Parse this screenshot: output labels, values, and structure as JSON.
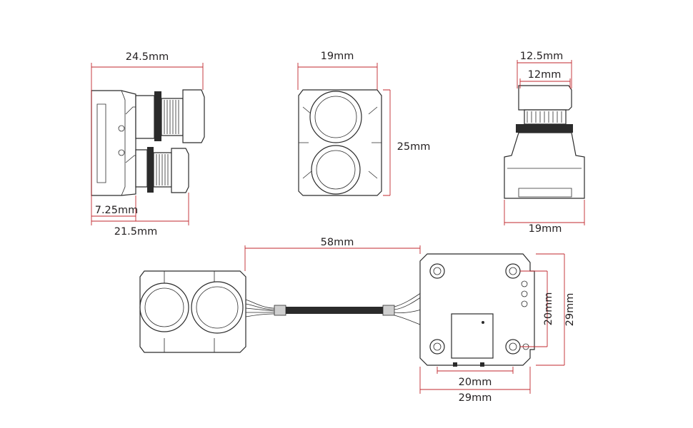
{
  "colors": {
    "dimension_line": "#c1272d",
    "outline": "#2b2b2b",
    "background": "#ffffff",
    "text": "#231f20"
  },
  "views": {
    "side": {
      "top_width": "24.5mm",
      "lens_offset": "7.25mm",
      "bottom_width": "21.5mm"
    },
    "front": {
      "width": "19mm",
      "height": "25mm"
    },
    "top": {
      "outer_lens": "12.5mm",
      "inner_lens": "12mm",
      "base_width": "19mm"
    },
    "assembly": {
      "cable_length": "58mm",
      "hole_spacing_vertical": "20mm",
      "board_height": "29mm",
      "hole_spacing_horizontal": "20mm",
      "board_width": "29mm"
    }
  }
}
